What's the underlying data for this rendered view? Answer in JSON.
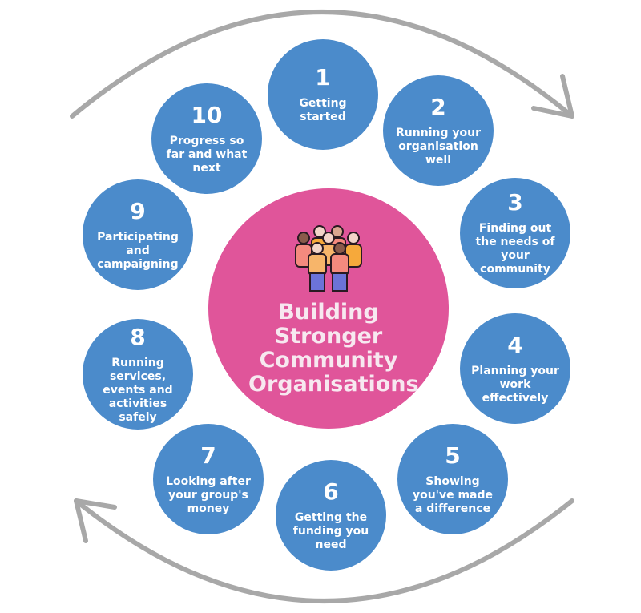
{
  "center": {
    "title": "Building Stronger Community Organisations",
    "icon": "people-group-icon"
  },
  "steps": [
    {
      "number": "1",
      "label": "Getting started"
    },
    {
      "number": "2",
      "label": "Running your organisation well"
    },
    {
      "number": "3",
      "label": "Finding out the needs of your community"
    },
    {
      "number": "4",
      "label": "Planning your work effectively"
    },
    {
      "number": "5",
      "label": "Showing you've made a difference"
    },
    {
      "number": "6",
      "label": "Getting the funding you need"
    },
    {
      "number": "7",
      "label": "Looking after your group's money"
    },
    {
      "number": "8",
      "label": "Running services, events and activities safely"
    },
    {
      "number": "9",
      "label": "Participating and campaigning"
    },
    {
      "number": "10",
      "label": "Progress so far and what next"
    }
  ],
  "colors": {
    "step": "#4b8bcb",
    "center": "#e0559a",
    "arrow": "#a8a8a8"
  }
}
